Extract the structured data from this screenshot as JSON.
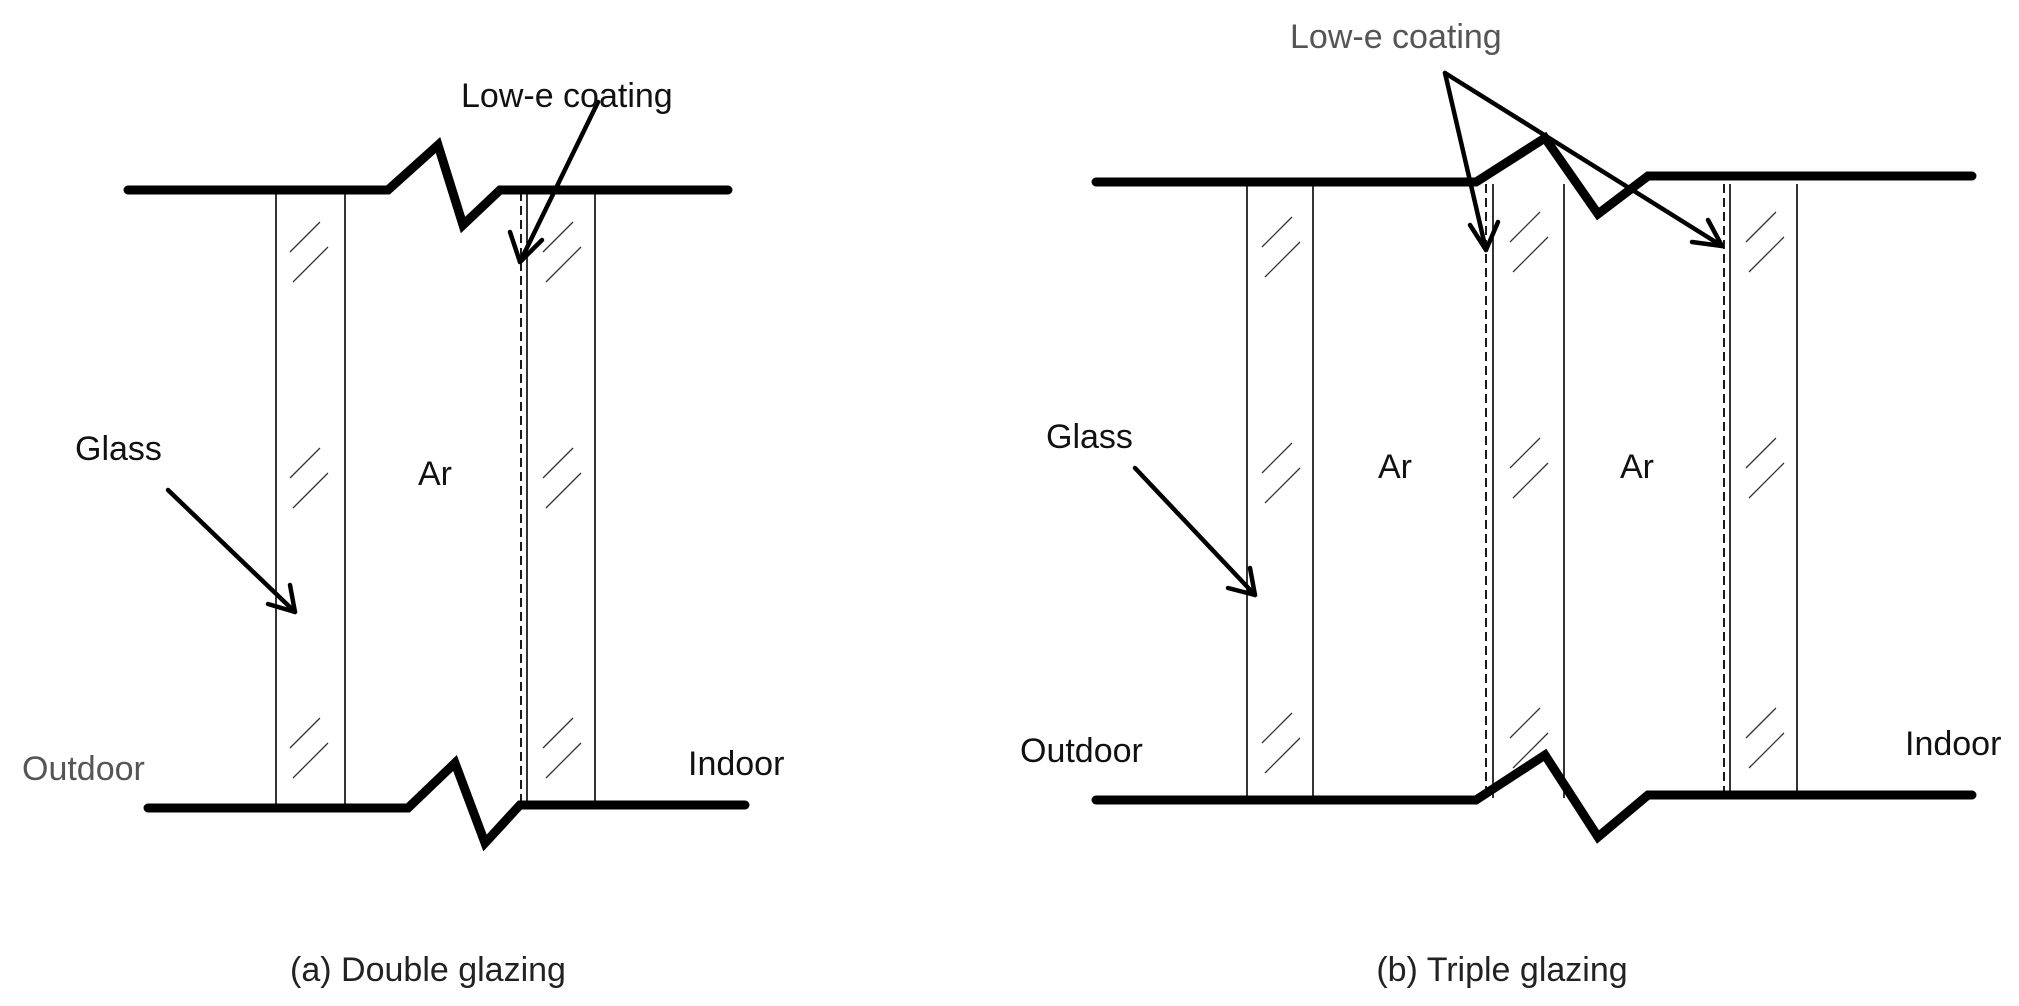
{
  "panels": {
    "double": {
      "caption": "(a) Double glazing",
      "labels": {
        "coating": "Low-e coating",
        "glass": "Glass",
        "gas": "Ar",
        "outdoor": "Outdoor",
        "indoor": "Indoor"
      }
    },
    "triple": {
      "caption": "(b) Triple glazing",
      "labels": {
        "coating": "Low-e coating",
        "glass": "Glass",
        "gas_1": "Ar",
        "gas_2": "Ar",
        "outdoor": "Outdoor",
        "indoor": "Indoor"
      }
    }
  }
}
